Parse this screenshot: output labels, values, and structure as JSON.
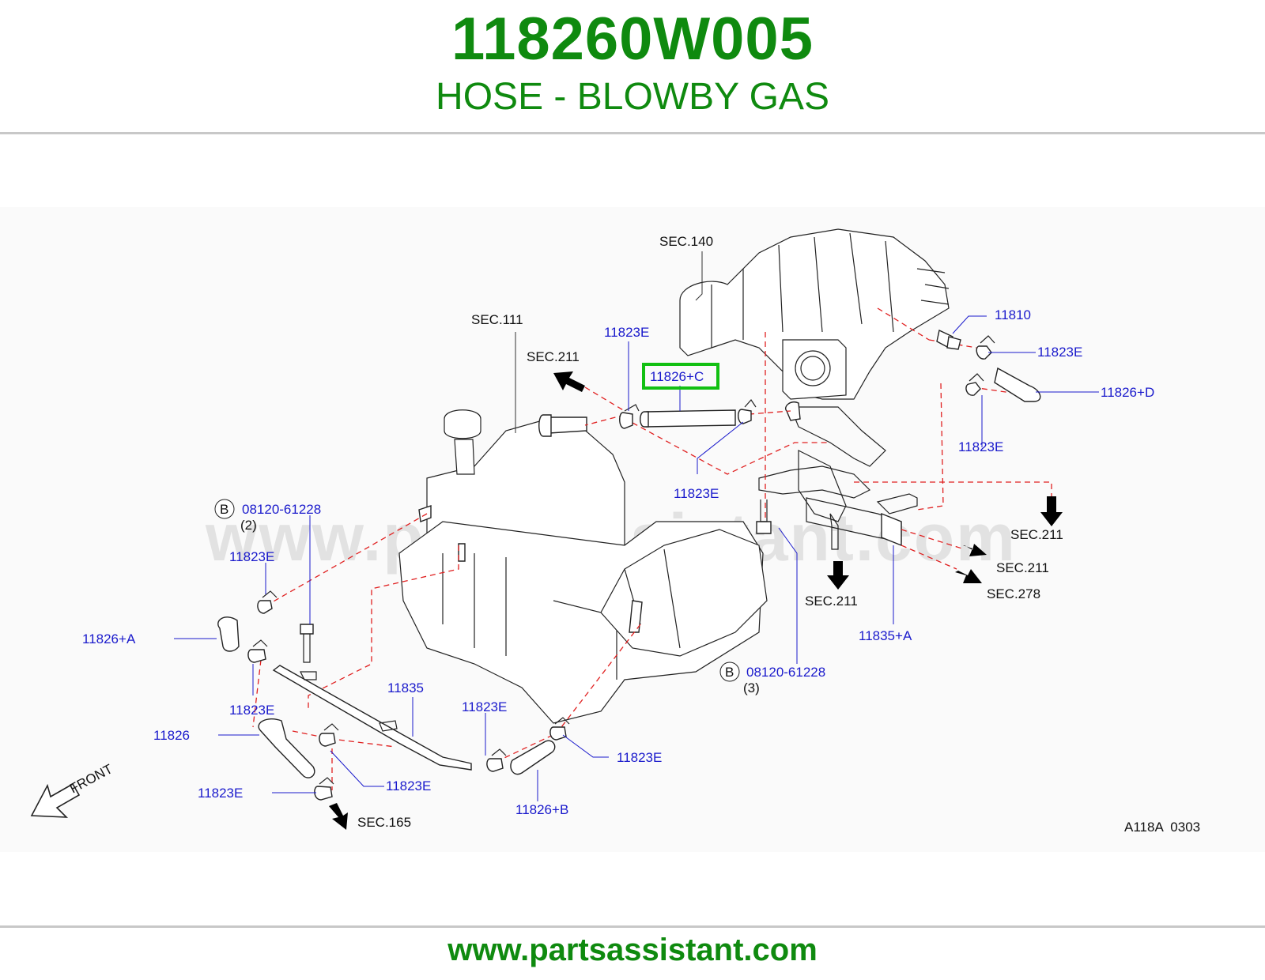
{
  "header": {
    "part_number": "118260W005",
    "part_name": "HOSE - BLOWBY GAS"
  },
  "watermark": "www.partsassistant.com",
  "footer": {
    "url": "www.partsassistant.com"
  },
  "diagram": {
    "sections": {
      "sec140": "SEC.140",
      "sec111": "SEC.111",
      "sec211_left": "SEC.211",
      "sec211_right": "SEC.211",
      "sec211_right2": "SEC.211",
      "sec211_bottom": "SEC.211",
      "sec278": "SEC.278",
      "sec165": "SEC.165"
    },
    "parts": {
      "p11823e_top": "11823E",
      "p11826c": "11826+C",
      "p11810": "11810",
      "p11823e_r1": "11823E",
      "p11826d": "11826+D",
      "p11823e_r2": "11823E",
      "p11823e_mid": "11823E",
      "p08120_l": "08120-61228",
      "p08120_l_qty": "(2)",
      "p11823e_l1": "11823E",
      "p11826a": "11826+A",
      "p11823e_l2": "11823E",
      "p11835": "11835",
      "p11826": "11826",
      "p11823e_l3": "11823E",
      "p11823e_l4": "11823E",
      "p11823e_c1": "11823E",
      "p11823e_c2": "11823E",
      "p11826b": "11826+B",
      "p08120_r": "08120-61228",
      "p08120_r_qty": "(3)",
      "p11835a": "11835+A",
      "bolt_marker_l": "B",
      "bolt_marker_r": "B"
    },
    "front_label": "FRONT",
    "drawing_code": "A118A  0303",
    "highlight_color": "#12c012"
  }
}
